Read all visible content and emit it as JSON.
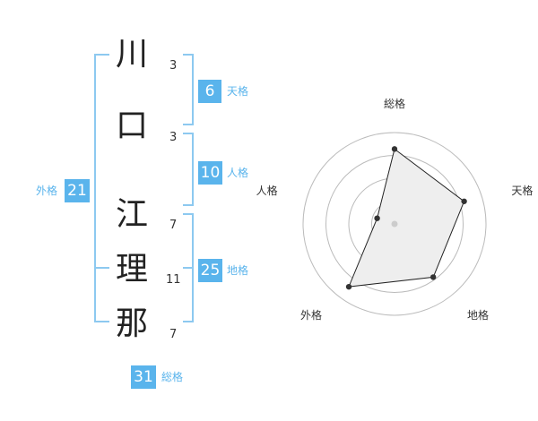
{
  "name": {
    "chars": [
      {
        "char": "川",
        "strokes": "3"
      },
      {
        "char": "口",
        "strokes": "3"
      },
      {
        "char": "江",
        "strokes": "7"
      },
      {
        "char": "理",
        "strokes": "11"
      },
      {
        "char": "那",
        "strokes": "7"
      }
    ]
  },
  "fortune": {
    "tenkaku": {
      "value": "6",
      "label": "天格"
    },
    "jinkaku": {
      "value": "10",
      "label": "人格"
    },
    "chikaku": {
      "value": "25",
      "label": "地格"
    },
    "gaikaku": {
      "value": "21",
      "label": "外格"
    },
    "soukaku": {
      "value": "31",
      "label": "総格"
    }
  },
  "radar": {
    "axes": [
      {
        "label": "総格",
        "level": 0.82
      },
      {
        "label": "天格",
        "level": 0.8
      },
      {
        "label": "地格",
        "level": 0.72
      },
      {
        "label": "外格",
        "level": 0.85
      },
      {
        "label": "人格",
        "level": 0.2
      }
    ],
    "rings": 4,
    "colors": {
      "fill": "#eeeeee",
      "line": "#222222",
      "ring": "#bbbbbb"
    }
  },
  "colors": {
    "accent": "#5ab4ec",
    "bracket": "#8dc9f0"
  }
}
